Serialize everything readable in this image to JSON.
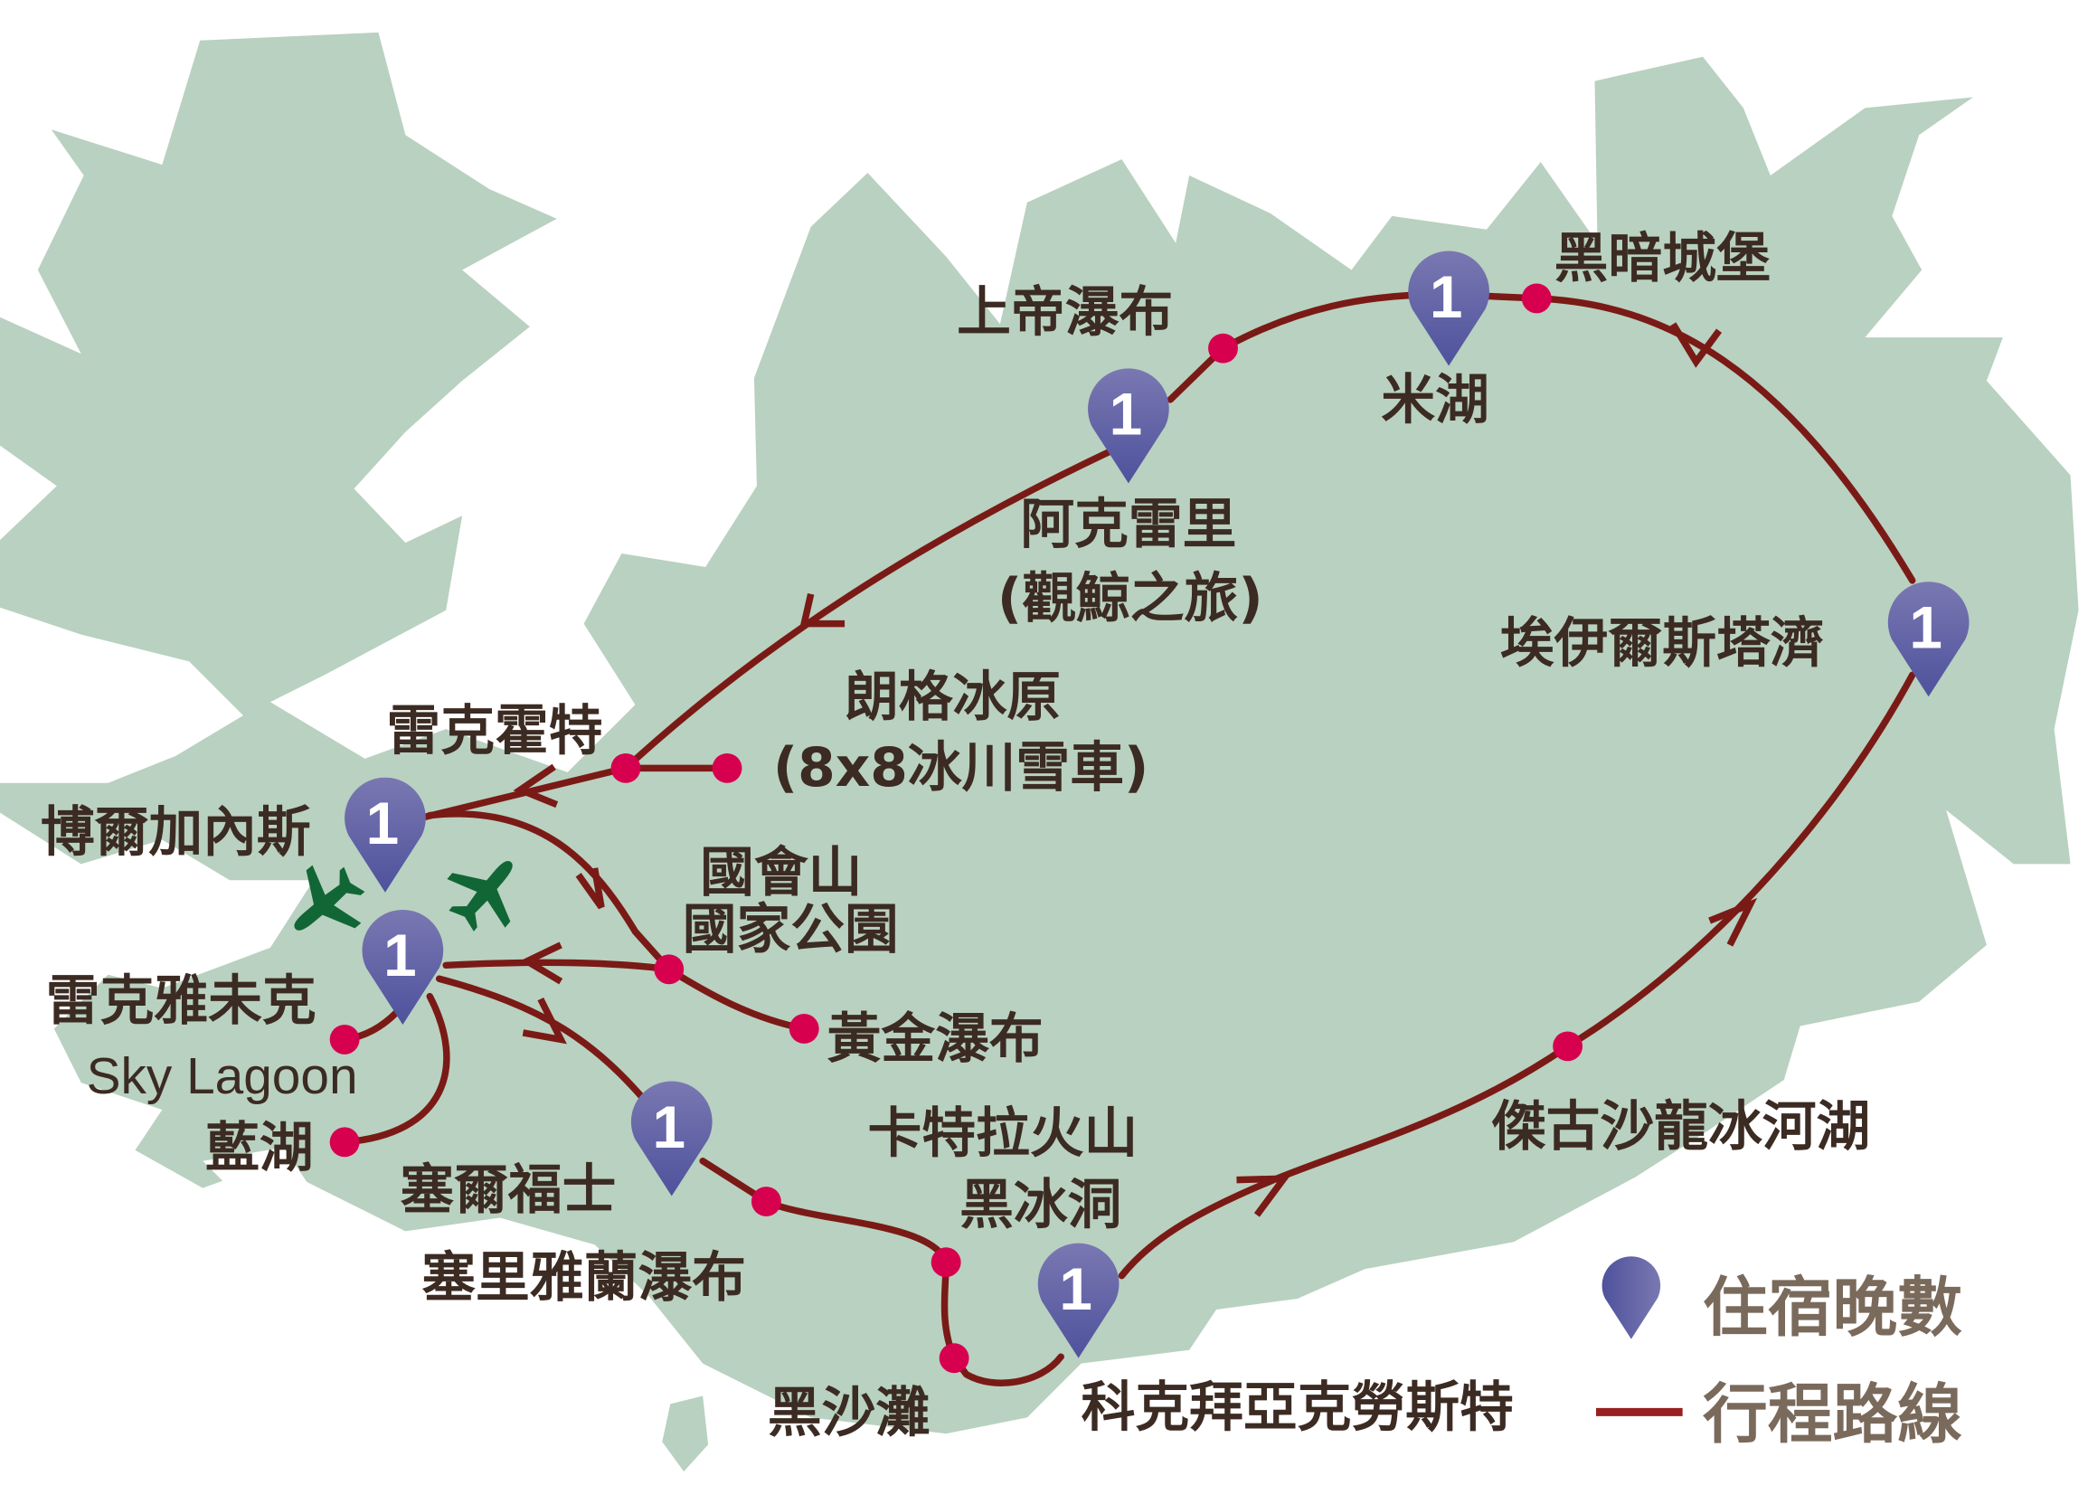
{
  "colors": {
    "land": "#b9d1c0",
    "route": "#7a1a16",
    "stop_dot": "#d6004f",
    "pin_top": "#7a78b2",
    "pin_bottom": "#4e529c",
    "airport": "#116635",
    "label_text": "#3b2b22",
    "legend_text": "#7a6a5c"
  },
  "pins": {
    "borgarnes": "1",
    "keflavik": "1",
    "selfoss": "1",
    "akureyri": "1",
    "myvatn": "1",
    "egilsstadir": "1",
    "kirkjubaejarklaustur": "1"
  },
  "labels": {
    "dark_castle": "黑暗城堡",
    "godafoss": "上帝瀑布",
    "myvatn": "米湖",
    "akureyri": "阿克雷里",
    "akureyri_sub": "(觀鯨之旅)",
    "egilsstadir": "埃伊爾斯塔濟",
    "langjokull": "朗格冰原",
    "langjokull_sub": "(8x8冰川雪車)",
    "reykholt": "雷克霍特",
    "borgarnes": "博爾加內斯",
    "thingvellir_1": "國會山",
    "thingvellir_2": "國家公園",
    "gullfoss": "黃金瀑布",
    "reykjavik": "雷克雅未克",
    "sky_lagoon": "Sky Lagoon",
    "blue_lagoon": "藍湖",
    "selfoss": "塞爾福士",
    "seljalandsfoss": "塞里雅蘭瀑布",
    "katla_1": "卡特拉火山",
    "katla_2": "黑冰洞",
    "jokulsarlon": "傑古沙龍冰河湖",
    "black_sand_beach": "黑沙灘",
    "kirkjubaejarklaustur": "科克拜亞克勞斯特"
  },
  "legend": {
    "pin_label": "住宿晚數",
    "route_label": "行程路線"
  },
  "icons": [
    "map-pin-icon",
    "airport-plane-icon",
    "route-arrow-icon",
    "stop-dot-icon"
  ]
}
